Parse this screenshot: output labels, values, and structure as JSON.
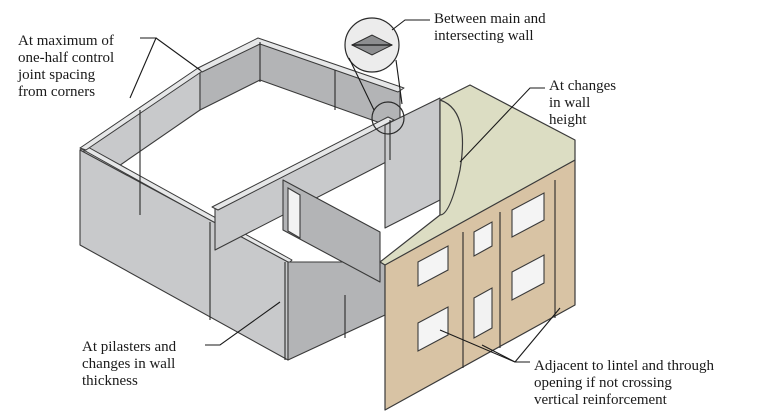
{
  "labels": {
    "half_spacing": "At maximum of\none-half control\njoint spacing\nfrom corners",
    "main_intersect": "Between main and\nintersecting wall",
    "wall_height": "At changes\nin wall\nheight",
    "pilasters": "At pilasters and\nchanges in wall\nthickness",
    "lintel": "Adjacent to lintel and through\nopening if not crossing\nvertical reinforcement"
  },
  "colors": {
    "wall_face": "#c8c9cb",
    "wall_top": "#e6e7e8",
    "brick_facade": "#d8c3a4",
    "roof": "#dcddc3"
  }
}
